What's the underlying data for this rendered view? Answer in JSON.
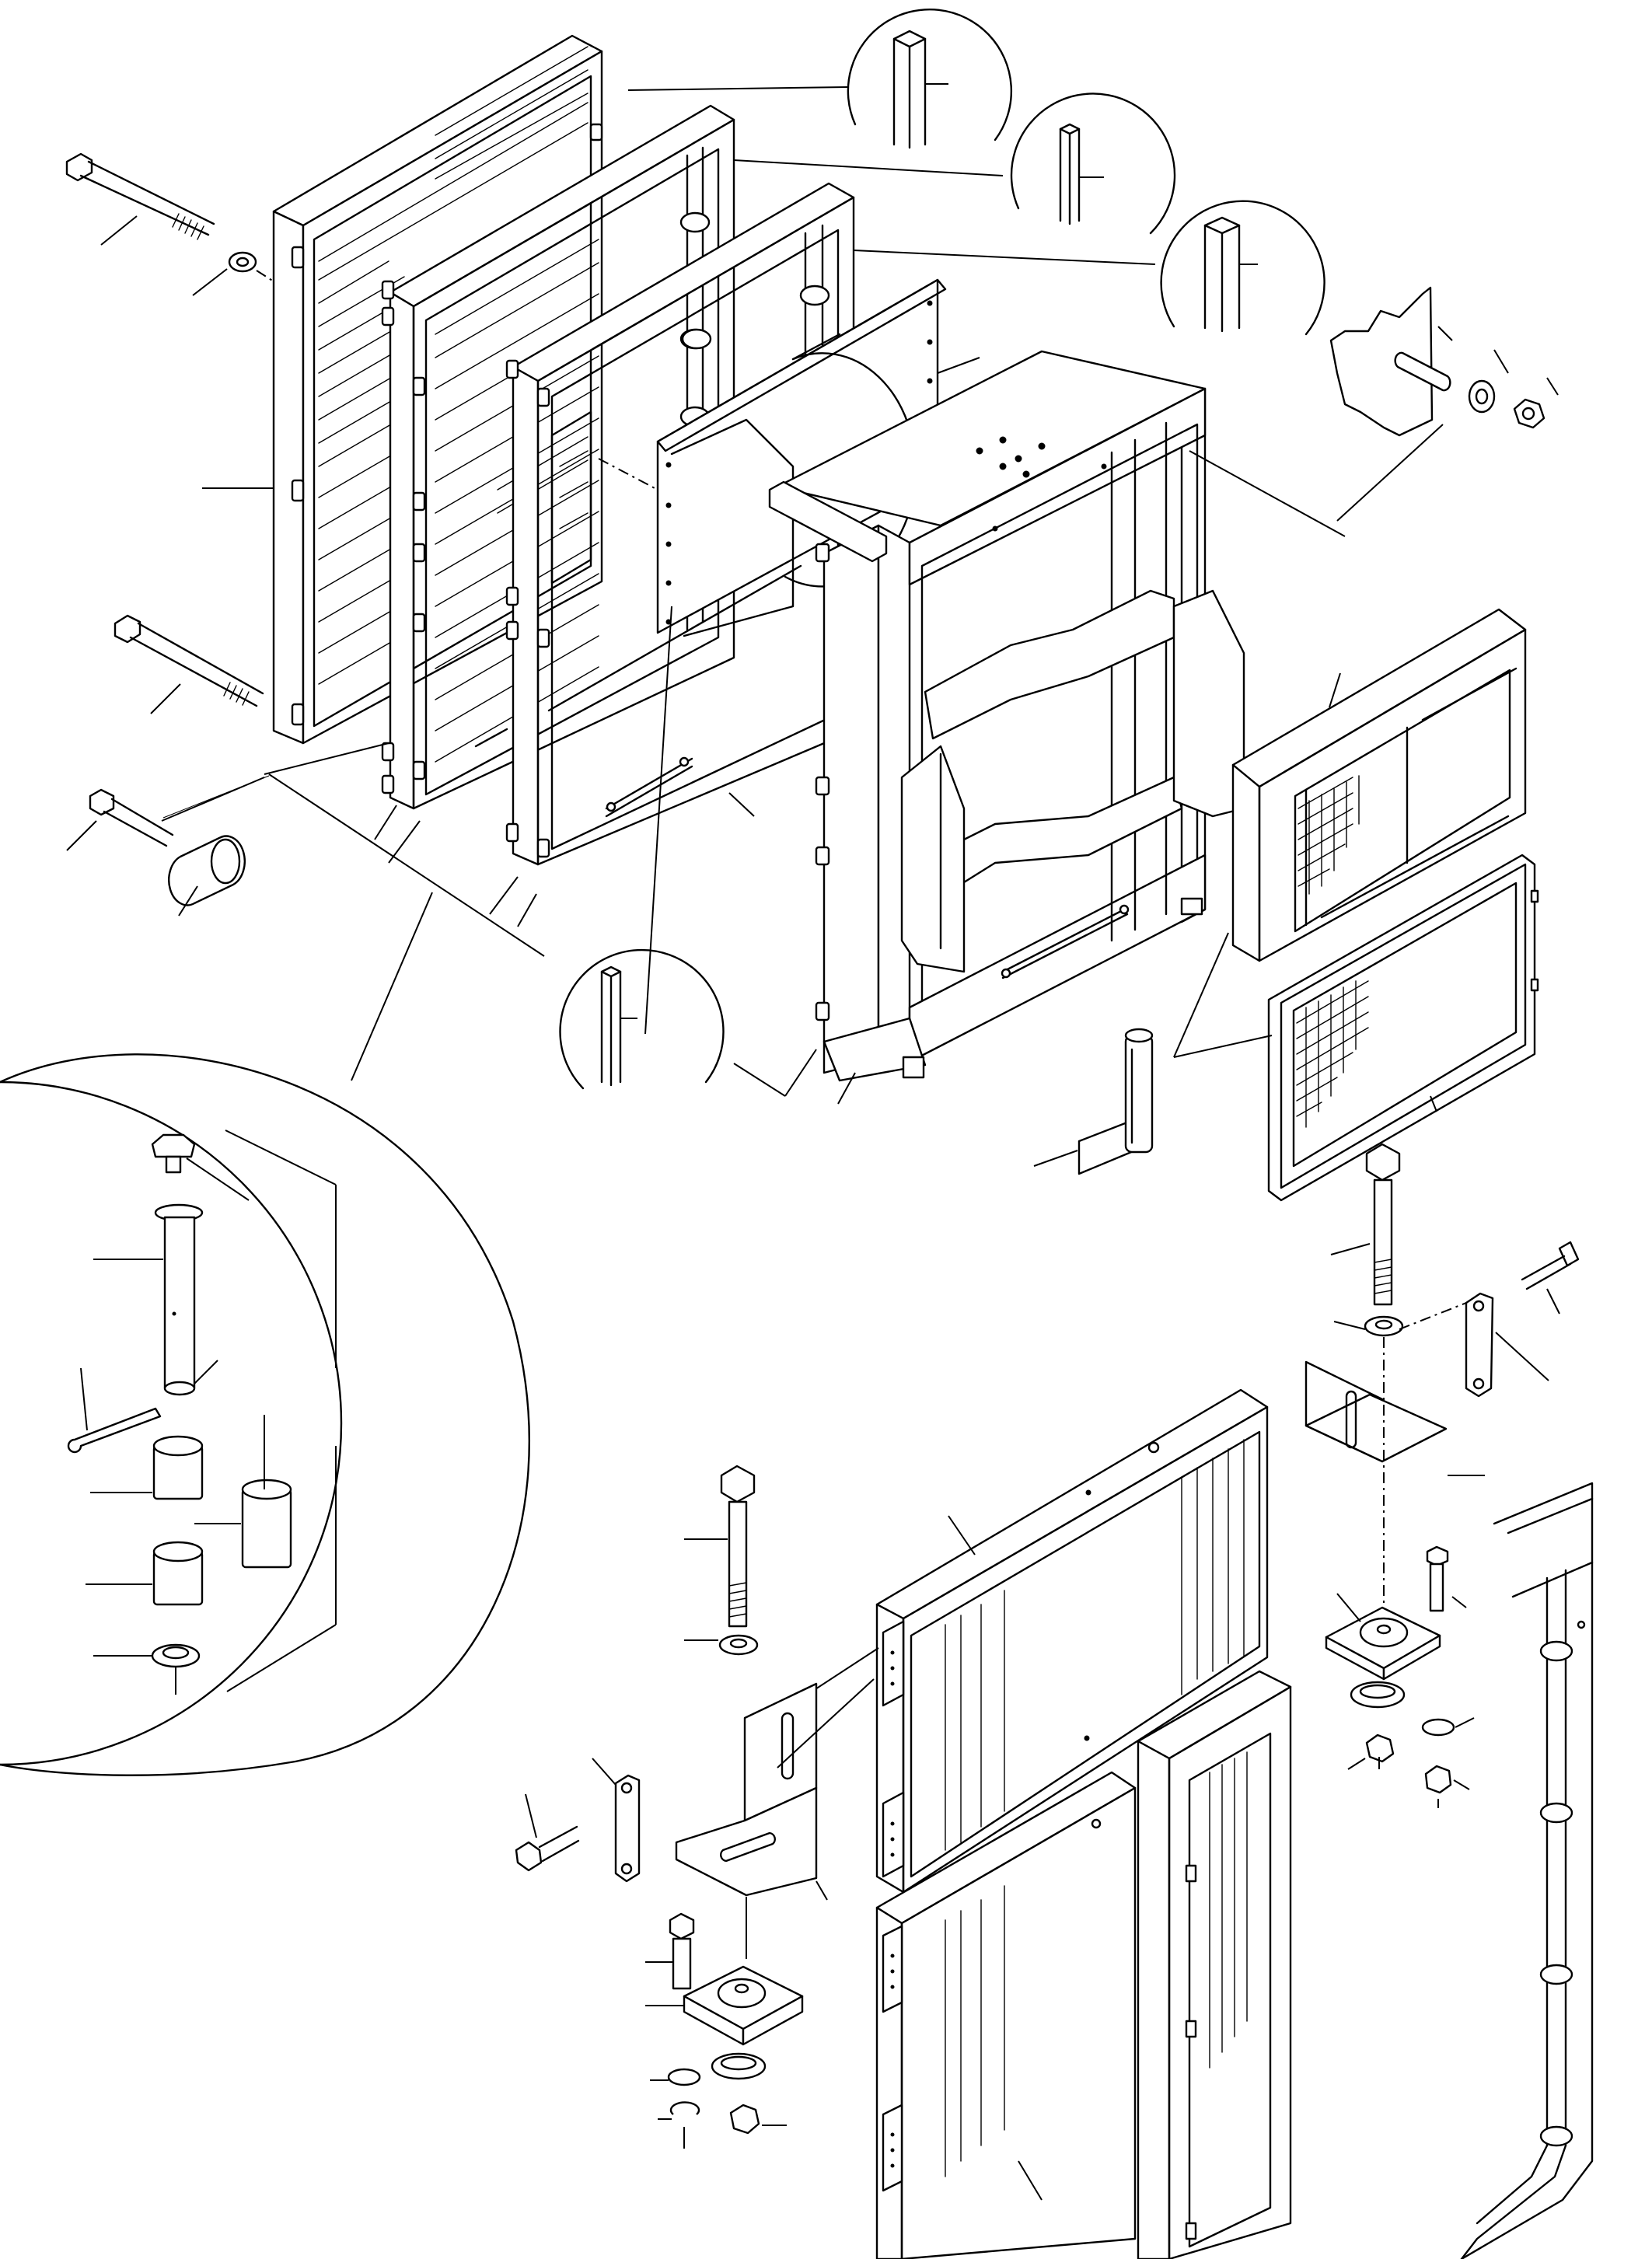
{
  "figure": {
    "kind": "exploded-parts-diagram",
    "line_color": "#000000",
    "background": "#ffffff",
    "labels": []
  },
  "parts": [
    {
      "name": "radiator-front-grille-frame"
    },
    {
      "name": "radiator-mid-grille-frame"
    },
    {
      "name": "radiator-rear-grille-frame"
    },
    {
      "name": "fan-shroud"
    },
    {
      "name": "radiator-support-frame"
    },
    {
      "name": "long-bolt-upper"
    },
    {
      "name": "long-bolt-lower"
    },
    {
      "name": "spacer-bolt"
    },
    {
      "name": "spacer-collar"
    },
    {
      "name": "screen-mesh-box"
    },
    {
      "name": "screen-mesh-panel"
    },
    {
      "name": "hinge-pin-assembly"
    },
    {
      "name": "radiator-core-upper"
    },
    {
      "name": "radiator-core-lower"
    },
    {
      "name": "mounting-bracket-right"
    },
    {
      "name": "mounting-bracket-left"
    },
    {
      "name": "rubber-mount-right"
    },
    {
      "name": "rubber-mount-left"
    },
    {
      "name": "guard-frame-right"
    },
    {
      "name": "detail-hinge-pin-exploded"
    }
  ]
}
